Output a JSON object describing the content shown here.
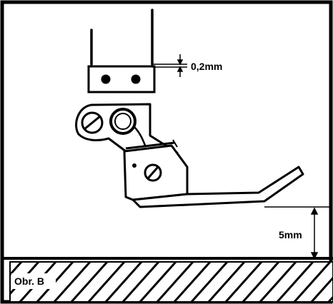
{
  "figure": {
    "gap_label": "0,2mm",
    "height_label": "5mm",
    "caption": "Obr. B"
  },
  "colors": {
    "ink": "#000000",
    "paper": "#ffffff"
  }
}
